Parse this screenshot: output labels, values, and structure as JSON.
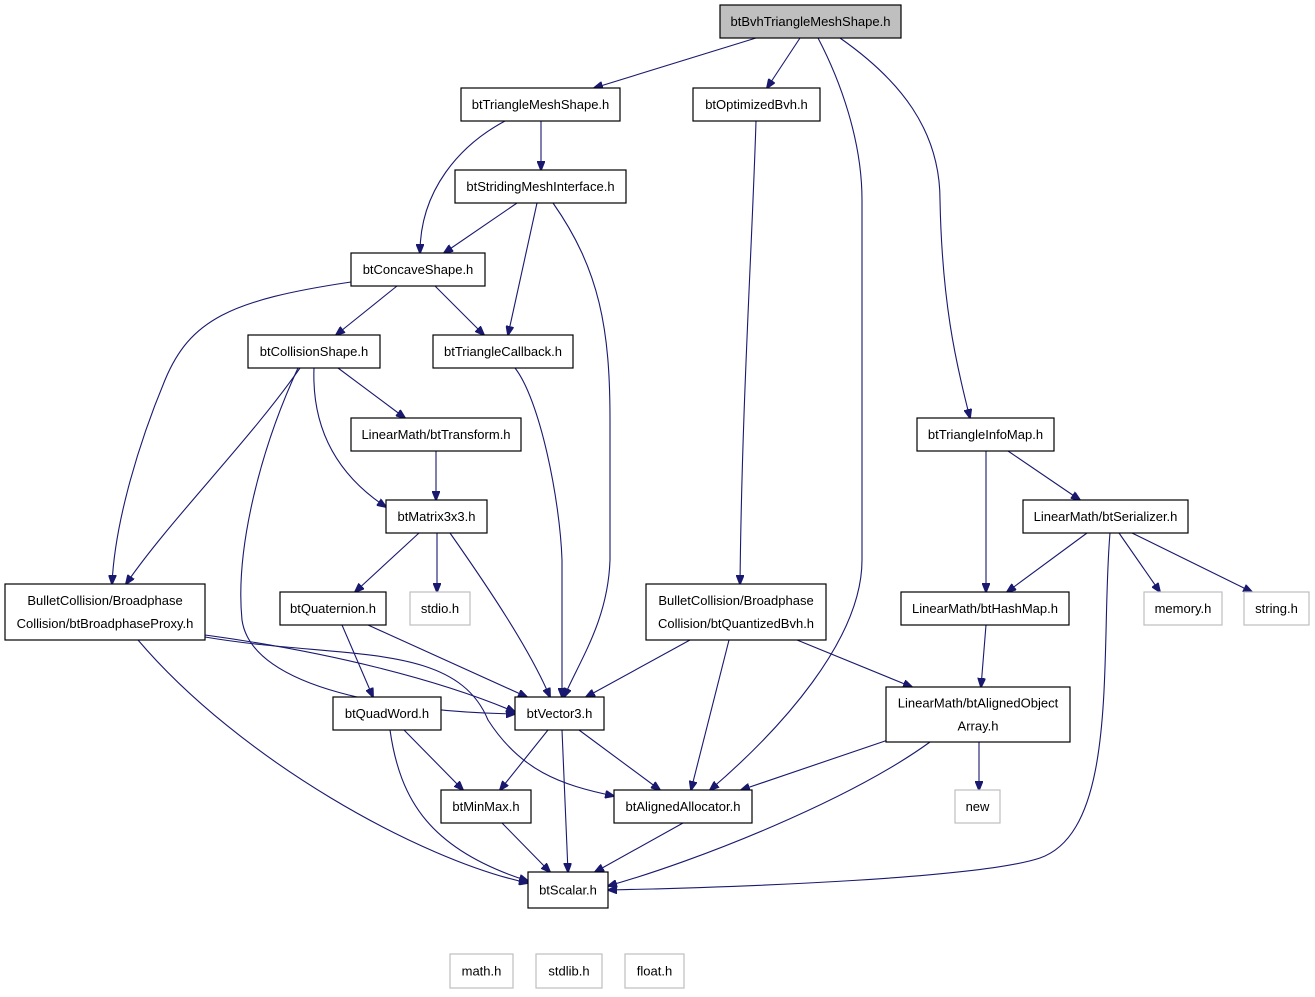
{
  "nodes": {
    "root": {
      "lines": [
        "btBvhTriangleMeshShape.h"
      ]
    },
    "tms": {
      "lines": [
        "btTriangleMeshShape.h"
      ]
    },
    "obvh": {
      "lines": [
        "btOptimizedBvh.h"
      ]
    },
    "smi": {
      "lines": [
        "btStridingMeshInterface.h"
      ]
    },
    "concave": {
      "lines": [
        "btConcaveShape.h"
      ]
    },
    "collision": {
      "lines": [
        "btCollisionShape.h"
      ]
    },
    "tricb": {
      "lines": [
        "btTriangleCallback.h"
      ]
    },
    "transform": {
      "lines": [
        "LinearMath/btTransform.h"
      ]
    },
    "matrix": {
      "lines": [
        "btMatrix3x3.h"
      ]
    },
    "bproxy": {
      "lines": [
        "BulletCollision/Broadphase",
        "Collision/btBroadphaseProxy.h"
      ]
    },
    "quat": {
      "lines": [
        "btQuaternion.h"
      ]
    },
    "stdio": {
      "lines": [
        "stdio.h"
      ]
    },
    "qbvh": {
      "lines": [
        "BulletCollision/Broadphase",
        "Collision/btQuantizedBvh.h"
      ]
    },
    "vector": {
      "lines": [
        "btVector3.h"
      ]
    },
    "quadword": {
      "lines": [
        "btQuadWord.h"
      ]
    },
    "minmax": {
      "lines": [
        "btMinMax.h"
      ]
    },
    "alloc": {
      "lines": [
        "btAlignedAllocator.h"
      ]
    },
    "scalar": {
      "lines": [
        "btScalar.h"
      ]
    },
    "tinfo": {
      "lines": [
        "btTriangleInfoMap.h"
      ]
    },
    "serial": {
      "lines": [
        "LinearMath/btSerializer.h"
      ]
    },
    "hashmap": {
      "lines": [
        "LinearMath/btHashMap.h"
      ]
    },
    "memory": {
      "lines": [
        "memory.h"
      ]
    },
    "string": {
      "lines": [
        "string.h"
      ]
    },
    "aoa": {
      "lines": [
        "LinearMath/btAlignedObject",
        "Array.h"
      ]
    },
    "new": {
      "lines": [
        "new"
      ]
    },
    "math": {
      "lines": [
        "math.h"
      ]
    },
    "stdlib": {
      "lines": [
        "stdlib.h"
      ]
    },
    "float": {
      "lines": [
        "float.h"
      ]
    }
  },
  "edges": [
    [
      "root",
      "tms"
    ],
    [
      "root",
      "obvh"
    ],
    [
      "root",
      "alloc"
    ],
    [
      "root",
      "tinfo"
    ],
    [
      "tms",
      "concave"
    ],
    [
      "tms",
      "smi"
    ],
    [
      "smi",
      "concave"
    ],
    [
      "smi",
      "tricb"
    ],
    [
      "smi",
      "vector"
    ],
    [
      "concave",
      "bproxy"
    ],
    [
      "concave",
      "collision"
    ],
    [
      "concave",
      "tricb"
    ],
    [
      "collision",
      "bproxy"
    ],
    [
      "collision",
      "vector"
    ],
    [
      "collision",
      "transform"
    ],
    [
      "collision",
      "matrix"
    ],
    [
      "tricb",
      "vector"
    ],
    [
      "transform",
      "matrix"
    ],
    [
      "matrix",
      "quat"
    ],
    [
      "matrix",
      "stdio"
    ],
    [
      "matrix",
      "vector"
    ],
    [
      "obvh",
      "qbvh"
    ],
    [
      "qbvh",
      "vector"
    ],
    [
      "qbvh",
      "alloc"
    ],
    [
      "qbvh",
      "aoa"
    ],
    [
      "bproxy",
      "scalar"
    ],
    [
      "bproxy",
      "vector"
    ],
    [
      "bproxy",
      "alloc"
    ],
    [
      "quat",
      "vector"
    ],
    [
      "quat",
      "quadword"
    ],
    [
      "quadword",
      "minmax"
    ],
    [
      "quadword",
      "scalar"
    ],
    [
      "vector",
      "minmax"
    ],
    [
      "vector",
      "alloc"
    ],
    [
      "vector",
      "scalar"
    ],
    [
      "minmax",
      "scalar"
    ],
    [
      "alloc",
      "scalar"
    ],
    [
      "tinfo",
      "hashmap"
    ],
    [
      "tinfo",
      "serial"
    ],
    [
      "serial",
      "hashmap"
    ],
    [
      "serial",
      "memory"
    ],
    [
      "serial",
      "string"
    ],
    [
      "serial",
      "scalar"
    ],
    [
      "hashmap",
      "aoa"
    ],
    [
      "aoa",
      "alloc"
    ],
    [
      "aoa",
      "new"
    ],
    [
      "aoa",
      "scalar"
    ],
    [
      "scalar",
      "math"
    ],
    [
      "scalar",
      "stdlib"
    ],
    [
      "scalar",
      "float"
    ]
  ]
}
